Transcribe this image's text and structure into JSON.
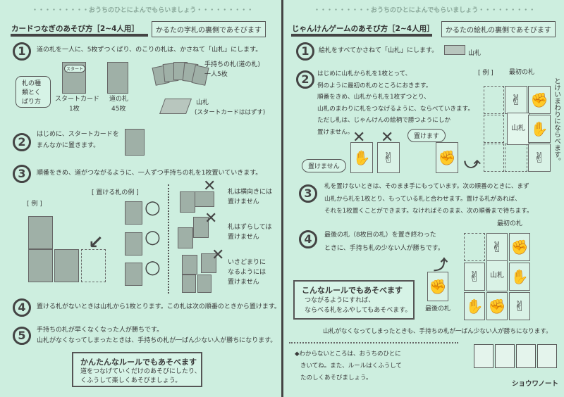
{
  "header_note": "・・・・・・・・・おうちのひとによんでもらいましょう・・・・・・・・・",
  "left": {
    "title": "カードつなぎのあそび方［2~4人用］",
    "subtitle": "かるたの字札の裏側であそびます",
    "step1": {
      "num": "1",
      "text": "道の札を一人に、5枚ずつくばり、のこりの札は、かさねて「山札」にします。"
    },
    "card_types_label": "札の種類とくばり方",
    "start_card": {
      "label": "スタートカード",
      "count": "1枚",
      "tag": "スタート"
    },
    "road_card": {
      "label": "道の札",
      "count": "45枚"
    },
    "hand": {
      "label": "手持ちの札(道の札)",
      "count": "一人5枚"
    },
    "deck": {
      "label": "山札",
      "note": "(スタートカードははずす)"
    },
    "step2": {
      "num": "2",
      "line1": "はじめに、スタートカードを",
      "line2": "まんなかに置きます。"
    },
    "step3": {
      "num": "3",
      "text": "順番をきめ、道がつながるように、一人ずつ手持ちの札を1枚置いていきます。"
    },
    "example_label": "[ 例 ]",
    "ok_label": "[ 置ける札の例 ]",
    "ng": [
      {
        "l1": "札は横向きには",
        "l2": "置けません"
      },
      {
        "l1": "札はずらしては",
        "l2": "置けません"
      },
      {
        "l1": "いきどまりに",
        "l2": "なるようには",
        "l3": "置けません"
      }
    ],
    "step4": {
      "num": "4",
      "text": "置ける札がないときは山札から1枚とります。この札は次の順番のときから置けます。"
    },
    "step5": {
      "num": "5",
      "line1": "手持ちの札が早くなくなった人が勝ちです。",
      "line2": "山札がなくなってしまったときは、手持ちの札が一ばん少ない人が勝ちになります。"
    },
    "easy_box": {
      "title": "かんたんなルールでもあそべます",
      "line1": "道をつなげていくだけのあそびにしたり、",
      "line2": "くふうして楽しくあそびましょう。"
    }
  },
  "right": {
    "title": "じゃんけんゲームのあそび方［2~4人用］",
    "subtitle": "かるたの絵札の裏側であそびます",
    "step1": {
      "num": "1",
      "text": "絵札をすべてかさねて「山札」にします。",
      "deck_label": "山札"
    },
    "step2": {
      "num": "2",
      "lines": [
        "はじめに山札から札を1枚とって、",
        "例のように最初の札のところにおきます。",
        "順番をきめ、山札から札を1枚ずつとり、",
        "山札のまわりに札をつなげるように、ならべていきます。",
        "ただし札は、じゃんけんの絵柄で勝つようにしか",
        "置けません。"
      ]
    },
    "example_label": "[ 例 ]",
    "first_card": "最初の札",
    "clockwise": "とけいまわりにならべます。",
    "cannot": "置けません",
    "can": "置けます",
    "deck_center": "山札",
    "step3": {
      "num": "3",
      "lines": [
        "札を置けないときは、そのまま手にもっています。次の順番のときに、まず",
        "山札から札を1枚とり、もっている札と合わせます。置ける札があれば、",
        "それを1枚置くことができます。なければそのまま、次の順番まで待ちます。"
      ]
    },
    "step4": {
      "num": "4",
      "line1": "最後の札（8枚目の札）を置き終わった",
      "line2": "ときに、手持ち札の少ない人が勝ちです。"
    },
    "last_card": "最後の札",
    "alt_box": {
      "title": "こんなルールでもあそべます",
      "line1": "つながるようにすれば、",
      "line2": "ならべる札をふやしてもあそべます。"
    },
    "bottom_note": "山札がなくなってしまったときも、手持ちの札が一ばん少ない人が勝ちになります。",
    "footer": {
      "line1": "◆わからないところは、おうちのひとに",
      "line2": "きいてね。また、ルールはくふうして",
      "line3": "たのしくあそびましょう。"
    },
    "brand": "ショウワノート"
  }
}
